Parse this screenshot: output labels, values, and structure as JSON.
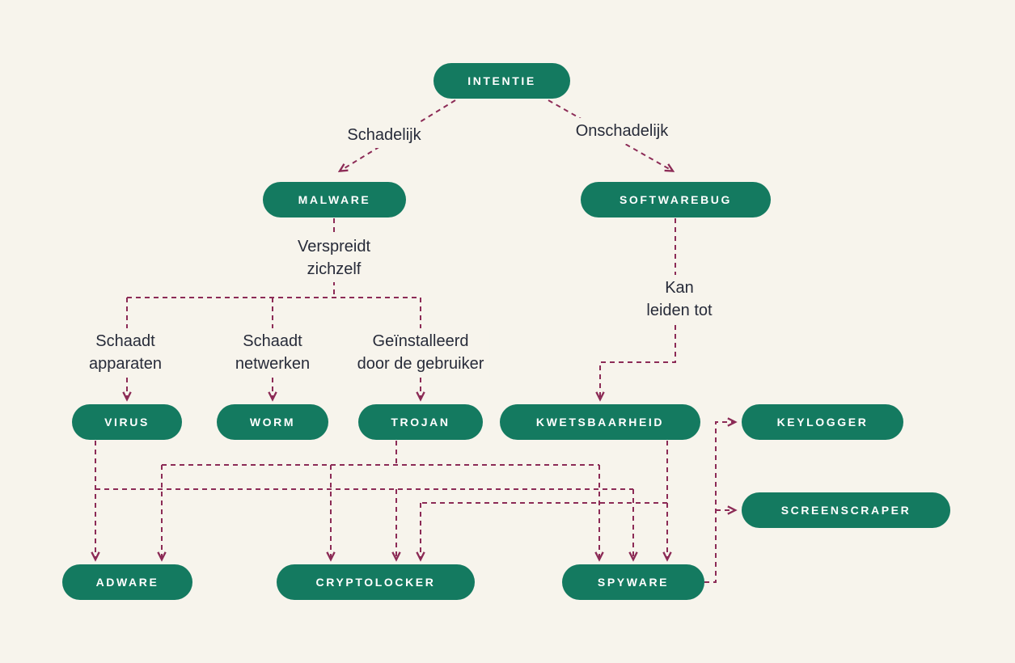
{
  "diagram": {
    "colors": {
      "background": "#f7f4ec",
      "node_fill": "#147a60",
      "node_text": "#ffffff",
      "edge": "#8c2b56",
      "label_text": "#272b39"
    },
    "nodes": {
      "intentie": "INTENTIE",
      "malware": "MALWARE",
      "softwarebug": "SOFTWAREBUG",
      "virus": "VIRUS",
      "worm": "WORM",
      "trojan": "TROJAN",
      "kwetsbaarheid": "KWETSBAARHEID",
      "keylogger": "KEYLOGGER",
      "screenscraper": "SCREENSCRAPER",
      "adware": "ADWARE",
      "cryptolocker": "CRYPTOLOCKER",
      "spyware": "SPYWARE"
    },
    "edge_labels": {
      "schadelijk": [
        "Schadelijk"
      ],
      "onschadelijk": [
        "Onschadelijk"
      ],
      "verspreidt_zichzelf": [
        "Verspreidt",
        "zichzelf"
      ],
      "kan_leiden_tot": [
        "Kan",
        "leiden tot"
      ],
      "schaadt_apparaten": [
        "Schaadt",
        "apparaten"
      ],
      "schaadt_netwerken": [
        "Schaadt",
        "netwerken"
      ],
      "geinstalleerd_door_de_gebruiker": [
        "Geïnstalleerd",
        "door de gebruiker"
      ]
    },
    "edges": [
      {
        "from": "INTENTIE",
        "to": "MALWARE",
        "labels": [
          "Schadelijk"
        ]
      },
      {
        "from": "INTENTIE",
        "to": "SOFTWAREBUG",
        "labels": [
          "Onschadelijk"
        ]
      },
      {
        "from": "MALWARE",
        "to": "VIRUS",
        "labels": [
          "Verspreidt zichzelf",
          "Schaadt apparaten"
        ]
      },
      {
        "from": "MALWARE",
        "to": "WORM",
        "labels": [
          "Verspreidt zichzelf",
          "Schaadt netwerken"
        ]
      },
      {
        "from": "MALWARE",
        "to": "TROJAN",
        "labels": [
          "Verspreidt zichzelf",
          "Geïnstalleerd door de gebruiker"
        ]
      },
      {
        "from": "SOFTWAREBUG",
        "to": "KWETSBAARHEID",
        "labels": [
          "Kan leiden tot"
        ]
      },
      {
        "from": "VIRUS",
        "to": "ADWARE",
        "labels": []
      },
      {
        "from": "VIRUS",
        "to": "CRYPTOLOCKER",
        "labels": []
      },
      {
        "from": "VIRUS",
        "to": "SPYWARE",
        "labels": []
      },
      {
        "from": "TROJAN",
        "to": "ADWARE",
        "labels": []
      },
      {
        "from": "TROJAN",
        "to": "CRYPTOLOCKER",
        "labels": []
      },
      {
        "from": "TROJAN",
        "to": "SPYWARE",
        "labels": []
      },
      {
        "from": "KWETSBAARHEID",
        "to": "CRYPTOLOCKER",
        "labels": []
      },
      {
        "from": "KWETSBAARHEID",
        "to": "SPYWARE",
        "labels": []
      },
      {
        "from": "SPYWARE",
        "to": "KEYLOGGER",
        "labels": []
      },
      {
        "from": "SPYWARE",
        "to": "SCREENSCRAPER",
        "labels": []
      }
    ]
  }
}
